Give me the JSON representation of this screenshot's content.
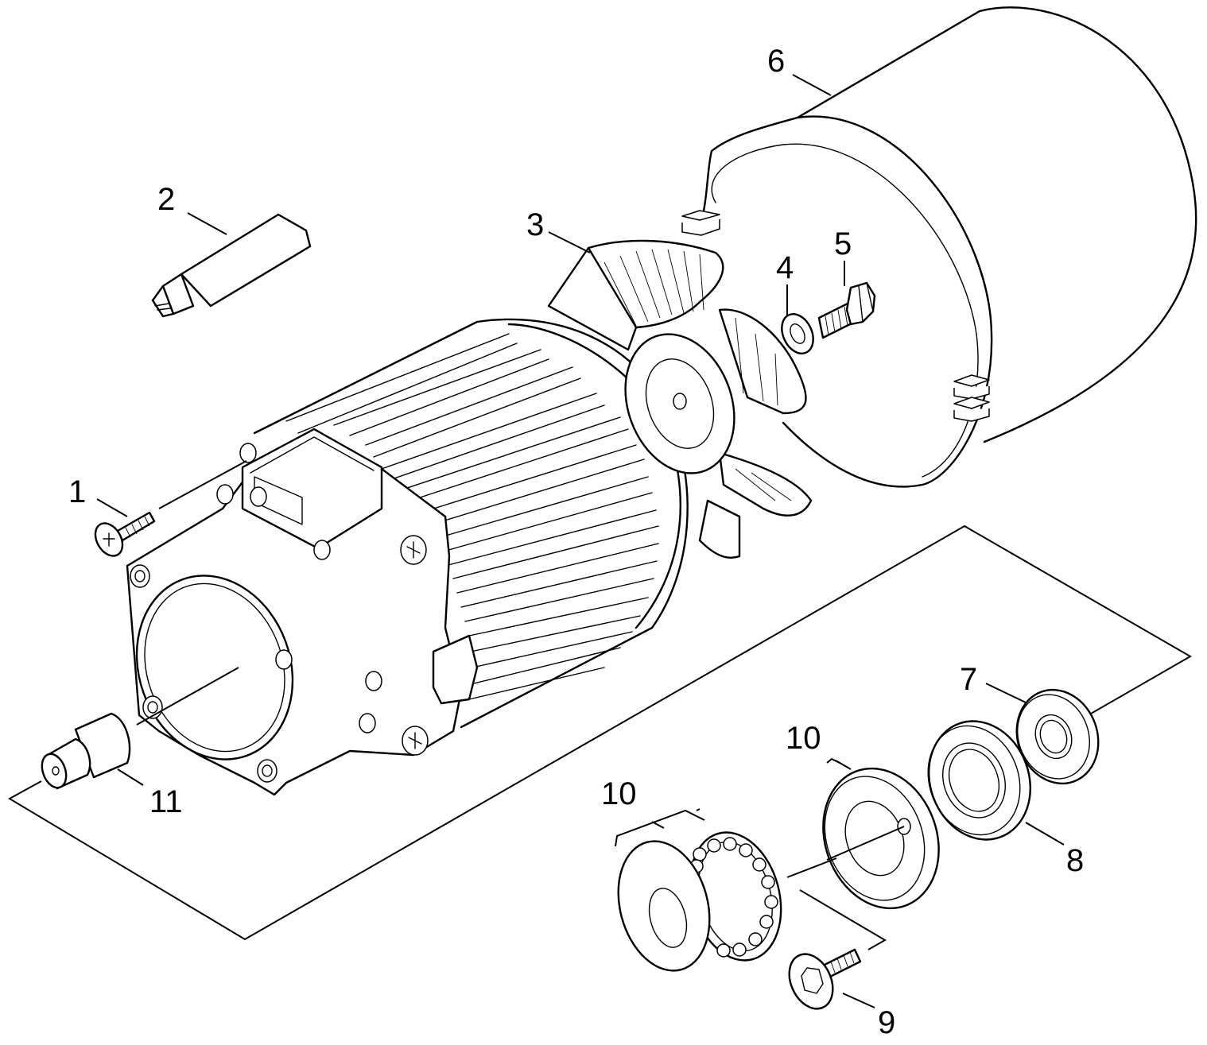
{
  "callouts": [
    {
      "id": "1",
      "label": "1"
    },
    {
      "id": "2",
      "label": "2"
    },
    {
      "id": "3",
      "label": "3"
    },
    {
      "id": "4",
      "label": "4"
    },
    {
      "id": "5",
      "label": "5"
    },
    {
      "id": "6",
      "label": "6"
    },
    {
      "id": "7",
      "label": "7"
    },
    {
      "id": "8",
      "label": "8"
    },
    {
      "id": "9",
      "label": "9"
    },
    {
      "id": "10a",
      "label": "10"
    },
    {
      "id": "10b",
      "label": "10"
    },
    {
      "id": "11",
      "label": "11"
    }
  ]
}
